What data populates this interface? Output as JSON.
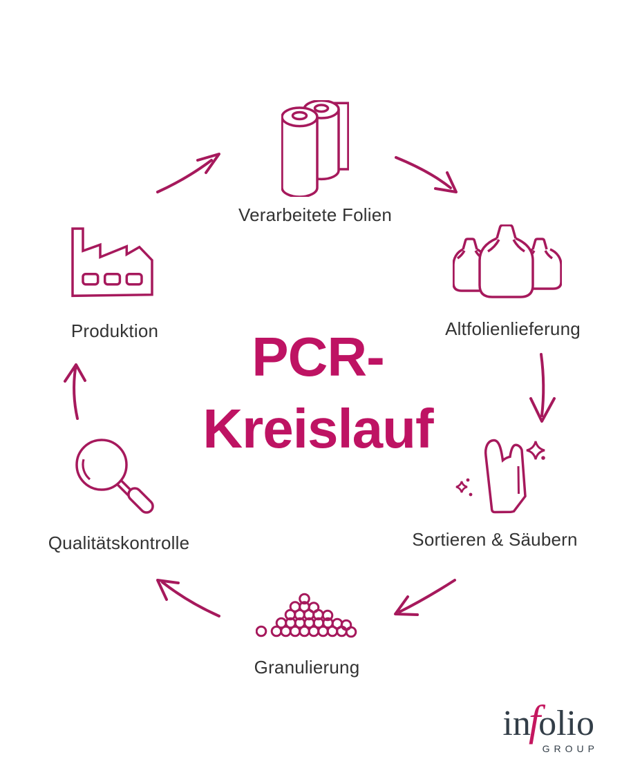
{
  "page": {
    "title_lines": [
      "PCR-",
      "Kreislauf"
    ]
  },
  "stages": [
    {
      "label": "Verarbeitete Folien",
      "icon": "film-rolls-icon"
    },
    {
      "label": "Altfolienlieferung",
      "icon": "waste-bags-icon"
    },
    {
      "label": "Sortieren & Säubern",
      "icon": "plastic-bag-sparkles-icon"
    },
    {
      "label": "Granulierung",
      "icon": "granulate-pile-icon"
    },
    {
      "label": "Qualitätskontrolle",
      "icon": "magnifier-icon"
    },
    {
      "label": "Produktion",
      "icon": "factory-icon"
    }
  ],
  "logo": {
    "name_part1": "in",
    "name_accent": "f",
    "name_part2": "olio",
    "subtitle": "GROUP"
  },
  "colors": {
    "title": "#BE1363",
    "icon": "#A6195C",
    "arrow": "#A6195C",
    "text": "#333333",
    "logo": "#333E48",
    "logo-accent": "#C4175F",
    "background": "#FFFFFF"
  }
}
